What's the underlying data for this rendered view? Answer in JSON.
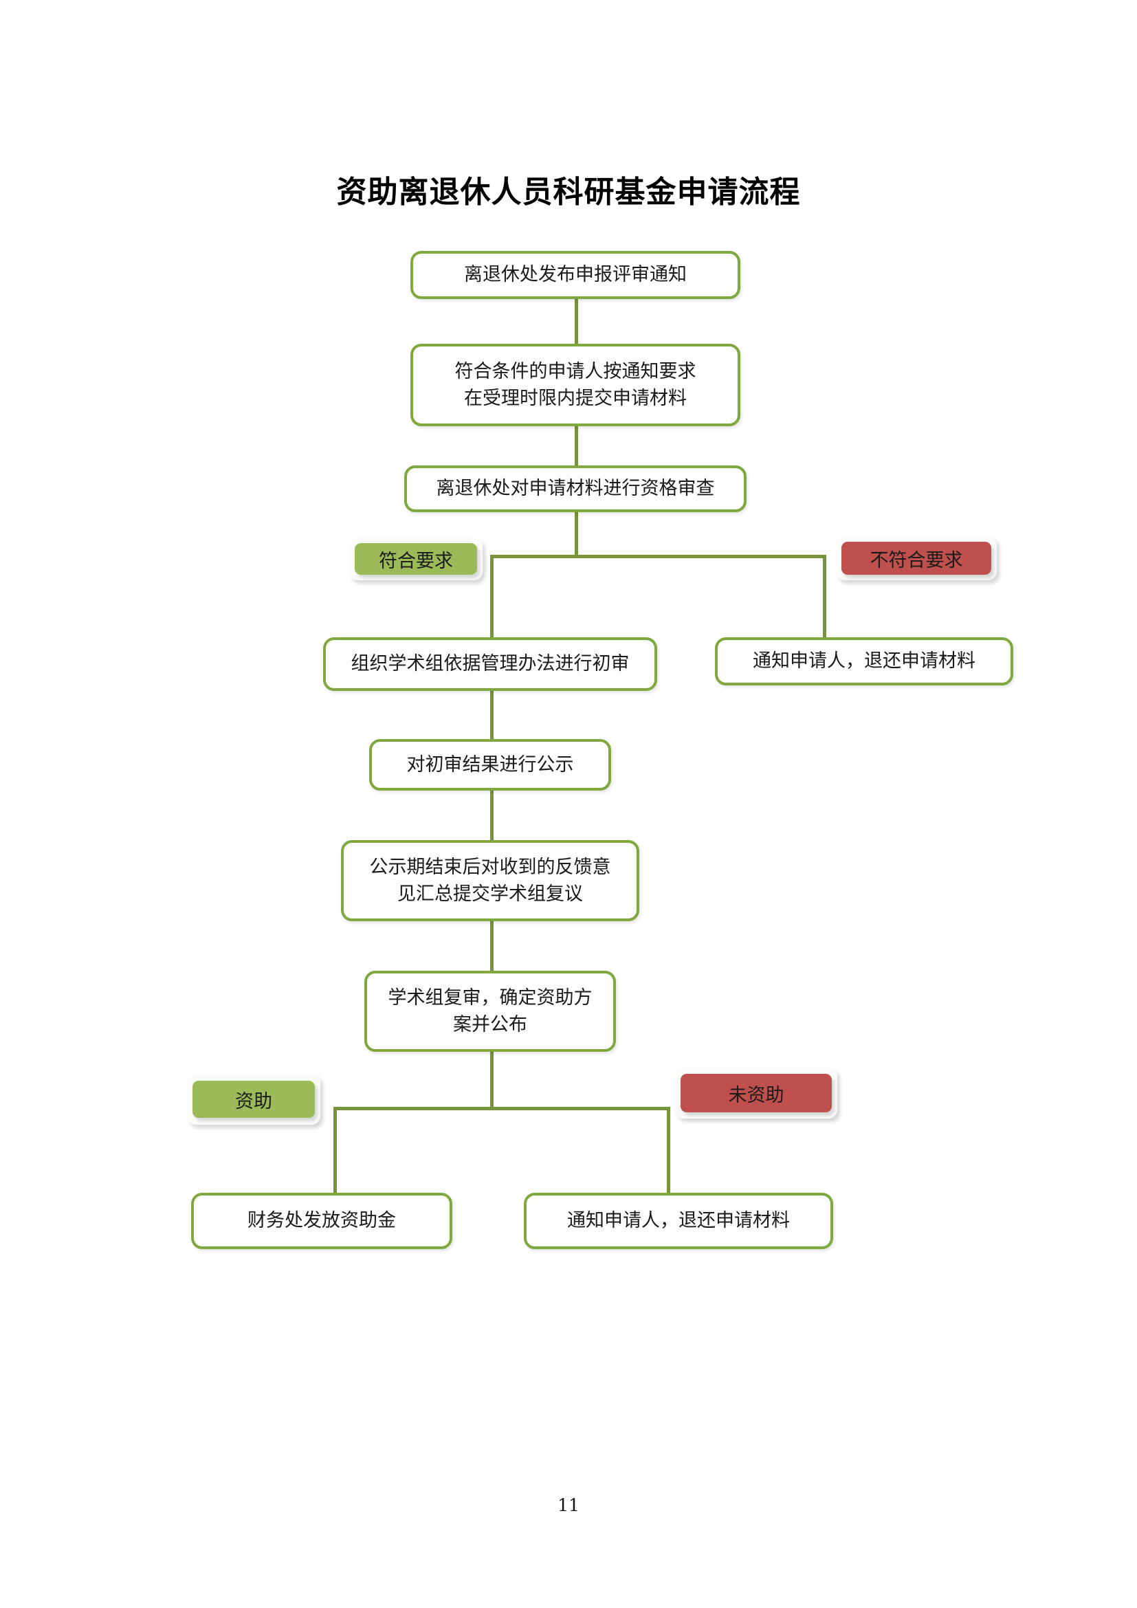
{
  "document": {
    "title": "资助离退休人员科研基金申请流程",
    "page_number": "11"
  },
  "colors": {
    "node_border": "#7FA93F",
    "node_fill": "#FDFDFB",
    "connector": "#77933C",
    "badge_green": "#9BBB59",
    "badge_red": "#C0504D",
    "text": "#1a1a1a"
  },
  "chart_data": {
    "type": "diagram",
    "title": "资助离退休人员科研基金申请流程",
    "nodes": [
      {
        "id": "n1",
        "label": "离退休处发布申报评审通知",
        "kind": "process"
      },
      {
        "id": "n2",
        "label_line1": "符合条件的申请人按通知要求",
        "label_line2": "在受理时限内提交申请材料",
        "kind": "process"
      },
      {
        "id": "n3",
        "label": "离退休处对申请材料进行资格审查",
        "kind": "process"
      },
      {
        "id": "b1",
        "label": "符合要求",
        "kind": "badge-green"
      },
      {
        "id": "b2",
        "label": "不符合要求",
        "kind": "badge-red"
      },
      {
        "id": "n4",
        "label": "组织学术组依据管理办法进行初审",
        "kind": "process"
      },
      {
        "id": "n5",
        "label": "通知申请人，退还申请材料",
        "kind": "process"
      },
      {
        "id": "n6",
        "label": "对初审结果进行公示",
        "kind": "process"
      },
      {
        "id": "n7",
        "label_line1": "公示期结束后对收到的反馈意",
        "label_line2": "见汇总提交学术组复议",
        "kind": "process"
      },
      {
        "id": "n8",
        "label_line1": "学术组复审，确定资助方",
        "label_line2": "案并公布",
        "kind": "process"
      },
      {
        "id": "b3",
        "label": "资助",
        "kind": "badge-green"
      },
      {
        "id": "b4",
        "label": "未资助",
        "kind": "badge-red"
      },
      {
        "id": "n9",
        "label": "财务处发放资助金",
        "kind": "process"
      },
      {
        "id": "n10",
        "label": "通知申请人，退还申请材料",
        "kind": "process"
      }
    ],
    "edges": [
      {
        "from": "n1",
        "to": "n2"
      },
      {
        "from": "n2",
        "to": "n3"
      },
      {
        "from": "n3",
        "to": "n4",
        "label": "符合要求"
      },
      {
        "from": "n3",
        "to": "n5",
        "label": "不符合要求"
      },
      {
        "from": "n4",
        "to": "n6"
      },
      {
        "from": "n6",
        "to": "n7"
      },
      {
        "from": "n7",
        "to": "n8"
      },
      {
        "from": "n8",
        "to": "n9",
        "label": "资助"
      },
      {
        "from": "n8",
        "to": "n10",
        "label": "未资助"
      }
    ]
  },
  "flow": {
    "n1": {
      "label": "离退休处发布申报评审通知"
    },
    "n2": {
      "line1": "符合条件的申请人按通知要求",
      "line2": "在受理时限内提交申请材料"
    },
    "n3": {
      "label": "离退休处对申请材料进行资格审查"
    },
    "b1": {
      "label": "符合要求"
    },
    "b2": {
      "label": "不符合要求"
    },
    "n4": {
      "label": "组织学术组依据管理办法进行初审"
    },
    "n5": {
      "label": "通知申请人，退还申请材料"
    },
    "n6": {
      "label": "对初审结果进行公示"
    },
    "n7": {
      "line1": "公示期结束后对收到的反馈意",
      "line2": "见汇总提交学术组复议"
    },
    "n8": {
      "line1": "学术组复审，确定资助方",
      "line2": "案并公布"
    },
    "b3": {
      "label": "资助"
    },
    "b4": {
      "label": "未资助"
    },
    "n9": {
      "label": "财务处发放资助金"
    },
    "n10": {
      "label": "通知申请人，退还申请材料"
    }
  }
}
